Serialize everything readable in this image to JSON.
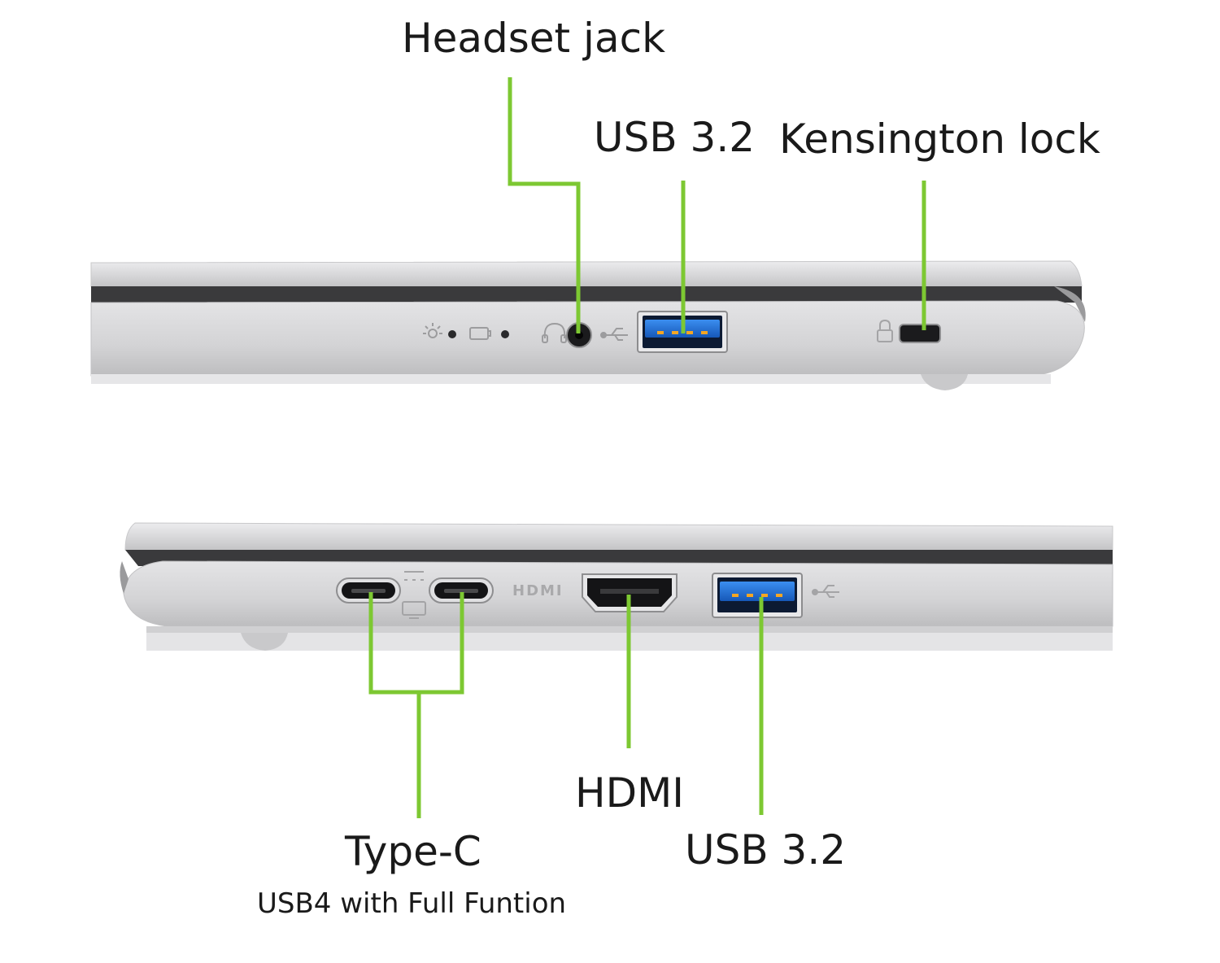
{
  "colors": {
    "callout_line": "#7dc832",
    "body_silver": "#d6d6d8",
    "body_shadow": "#bfbfc1",
    "lid_gap": "#3a3a3c",
    "usb_blue": "#1f6fd0",
    "usb_orange": "#f5a623",
    "port_black": "#1b1b1d",
    "text": "#1a1a1a"
  },
  "top_view": {
    "labels": {
      "headset_jack": "Headset jack",
      "usb_a": "USB 3.2",
      "kensington_lock": "Kensington lock"
    },
    "icons": [
      "power-led-icon",
      "battery-led-icon",
      "headset-icon",
      "usb-symbol-icon",
      "lock-icon"
    ]
  },
  "bottom_view": {
    "labels": {
      "type_c": "Type-C",
      "type_c_sub": "USB4 with Full Funtion",
      "hdmi": "HDMI",
      "usb_a": "USB 3.2"
    },
    "port_text": {
      "hdmi_logo": "HDMI"
    },
    "icons": [
      "thunderbolt-icon",
      "display-icon",
      "usb-symbol-icon"
    ]
  }
}
